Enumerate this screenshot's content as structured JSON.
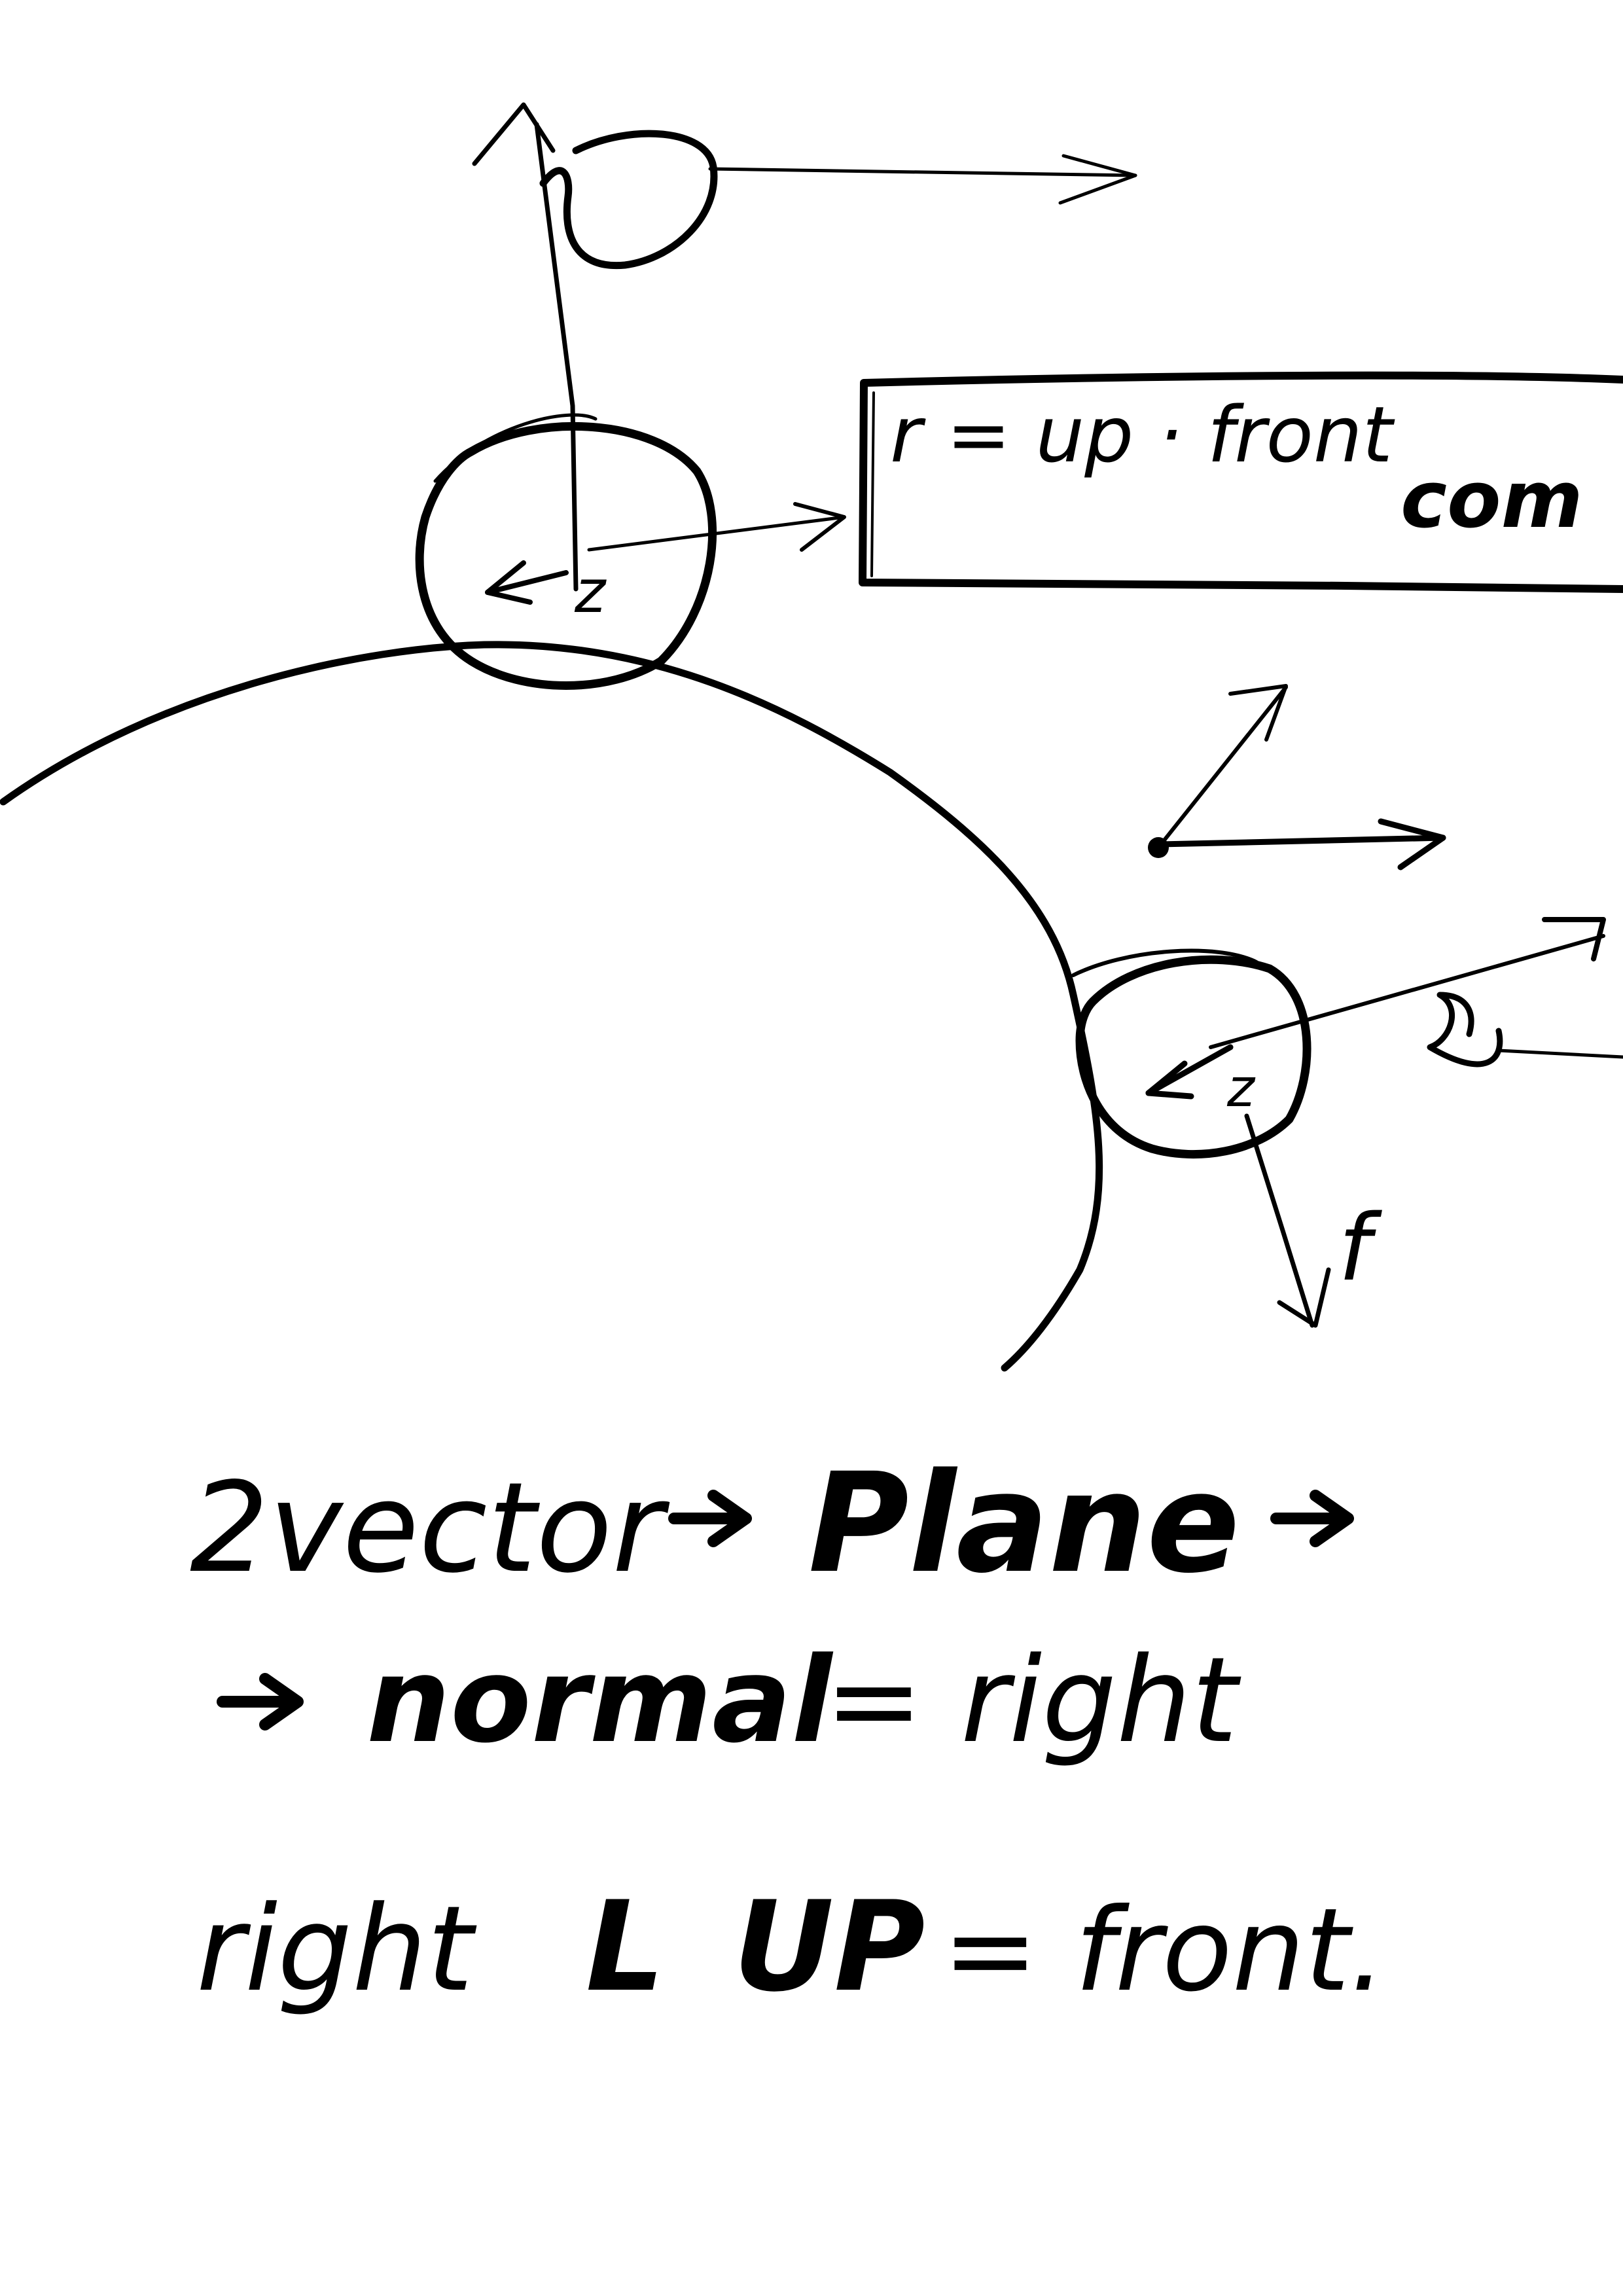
{
  "sketch": {
    "ink_color": "#000000",
    "paper_color": "#ffffff",
    "labels": {
      "top_circle_label": "z",
      "right_circle_label": "z",
      "front_arrow_label": "f",
      "box_line1": "r = up · front",
      "box_line2": "com"
    },
    "notes": {
      "line1_a": "2vector",
      "line1_b": "Plane",
      "line2_a": "normal",
      "line2_b": "= right",
      "line3_a": "right",
      "line3_b": "L",
      "line3_c": "UP",
      "line3_d": "= front."
    }
  }
}
